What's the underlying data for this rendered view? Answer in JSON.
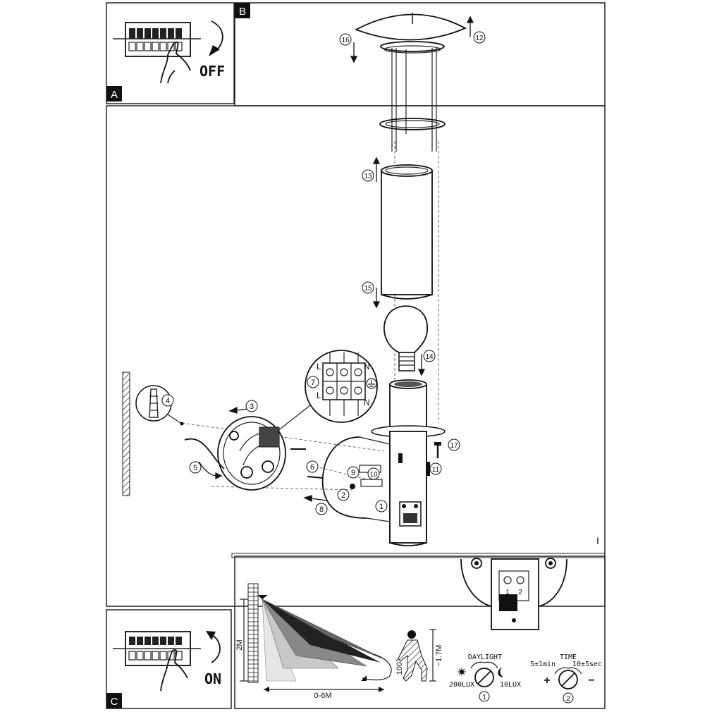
{
  "panels": {
    "a": {
      "tag": "A",
      "action": "OFF"
    },
    "b": {
      "tag": "B",
      "page_mark": "I"
    },
    "c": {
      "tag": "C",
      "action": "ON"
    }
  },
  "callouts": [
    "1",
    "2",
    "3",
    "4",
    "5",
    "6",
    "7",
    "8",
    "9",
    "10",
    "11",
    "12",
    "13",
    "14",
    "15",
    "16",
    "17"
  ],
  "terminal": {
    "top": [
      "L",
      "N"
    ],
    "bottom": [
      "L",
      "N"
    ]
  },
  "sensor": {
    "height": "2M",
    "range": "0-6M",
    "angle": "100°",
    "person_height": "~1.7M"
  },
  "controls": {
    "daylight": {
      "title": "DAYLIGHT",
      "min": "200LUX",
      "max": "10LUX",
      "index": "1"
    },
    "time": {
      "title": "TIME",
      "min": "5±1min",
      "max": "10±5sec",
      "plus": "+",
      "minus": "−",
      "index": "2"
    }
  },
  "knob_labels": [
    "1",
    "2"
  ]
}
